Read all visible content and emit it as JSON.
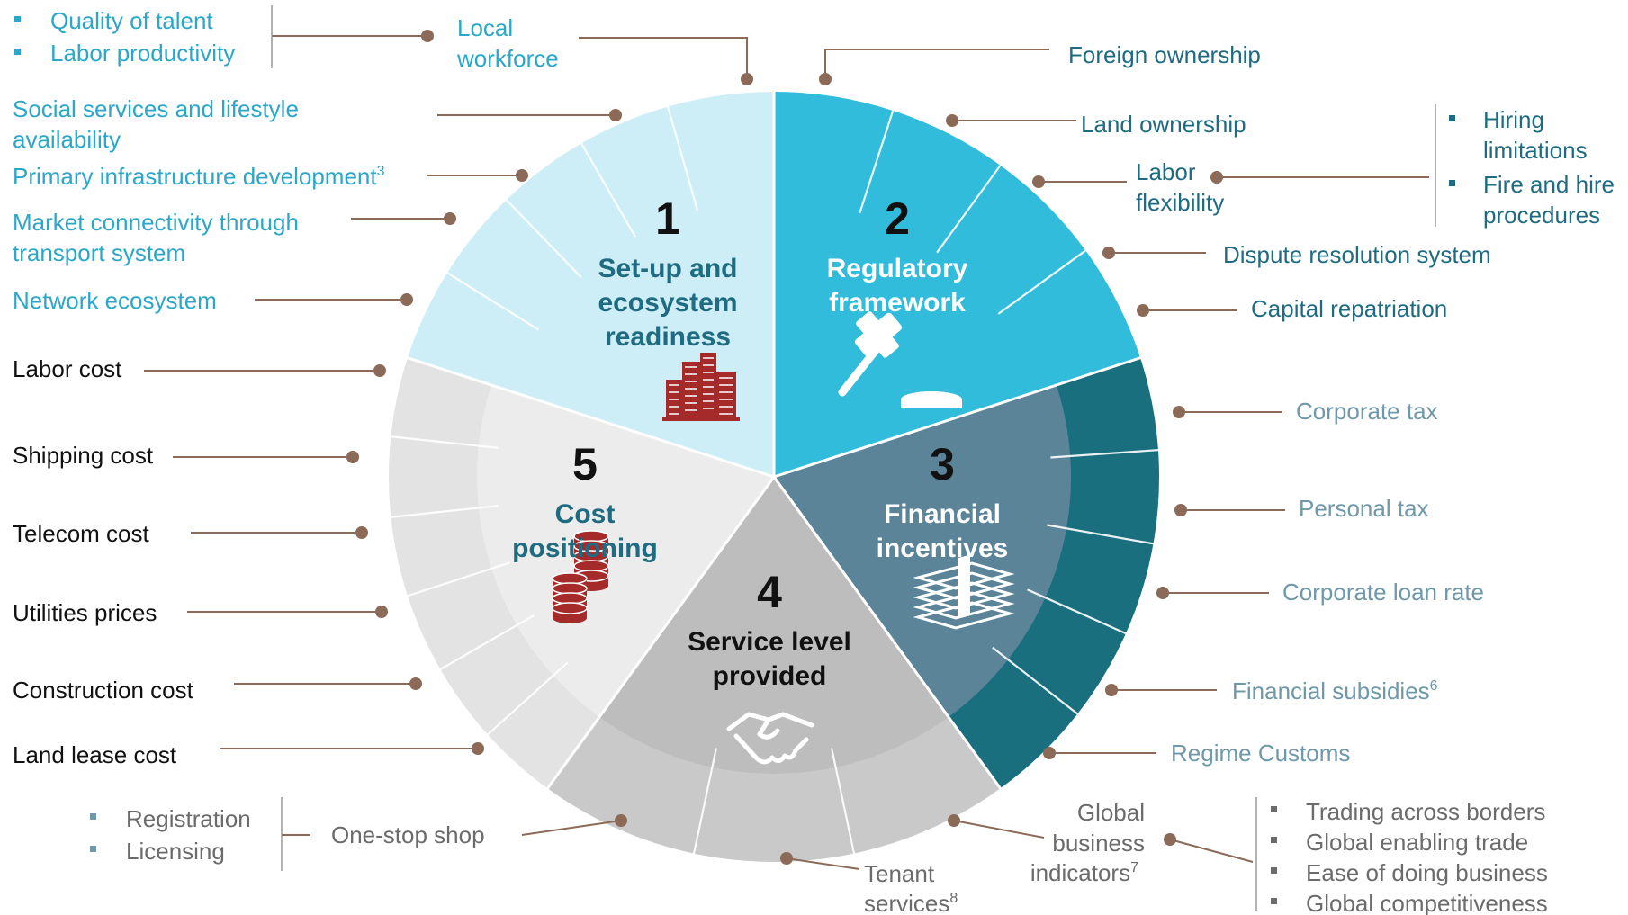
{
  "colors": {
    "seg1": "#cdeef7",
    "seg2": "#31bcdb",
    "seg3_inner": "#5b8499",
    "seg3_outer": "#1a6f7f",
    "seg4_inner": "#bdbdbd",
    "seg4_outer": "#c9c9c9",
    "seg5_inner": "#ececec",
    "seg5_outer": "#e3e3e3",
    "leader": "#8b6a58",
    "icon_red": "#a52a2a",
    "text_light_blue": "#2aa7c9",
    "text_dark_teal": "#1f6b82",
    "text_grey_blue": "#6f98aa",
    "text_grey": "#6b6b6b",
    "text_black": "#111111"
  },
  "pillars": {
    "p1": {
      "number": "1",
      "title_lines": [
        "Set-up and",
        "ecosystem",
        "readiness"
      ],
      "icon": "buildings-icon"
    },
    "p2": {
      "number": "2",
      "title_lines": [
        "Regulatory",
        "framework"
      ],
      "icon": "gavel-icon"
    },
    "p3": {
      "number": "3",
      "title_lines": [
        "Financial",
        "incentives"
      ],
      "icon": "money-stack-icon"
    },
    "p4": {
      "number": "4",
      "title_lines": [
        "Service level",
        "provided"
      ],
      "icon": "handshake-icon"
    },
    "p5": {
      "number": "5",
      "title_lines": [
        "Cost",
        "positioning"
      ],
      "icon": "coins-icon"
    }
  },
  "labels": {
    "local_workforce": [
      "Local",
      "workforce"
    ],
    "local_workforce_bullets": [
      "Quality of talent",
      "Labor productivity"
    ],
    "social_services": [
      "Social services and lifestyle",
      "availability"
    ],
    "primary_infra": "Primary infrastructure development",
    "primary_infra_sup": "3",
    "market_connectivity": [
      "Market connectivity through",
      "transport system"
    ],
    "network_ecosystem": "Network ecosystem",
    "foreign_ownership": "Foreign ownership",
    "land_ownership": "Land ownership",
    "labor_flexibility": [
      "Labor",
      "flexibility"
    ],
    "labor_flexibility_bullets": [
      [
        "Hiring",
        "limitations"
      ],
      [
        "Fire and hire",
        "procedures"
      ]
    ],
    "dispute_resolution": "Dispute resolution system",
    "capital_repatriation": "Capital repatriation",
    "corporate_tax": "Corporate tax",
    "personal_tax": "Personal tax",
    "corporate_loan_rate": "Corporate loan rate",
    "financial_subsidies": "Financial subsidies",
    "financial_subsidies_sup": "6",
    "regime_customs": "Regime Customs",
    "global_business": [
      "Global",
      "business",
      "indicators"
    ],
    "global_business_sup": "7",
    "global_business_bullets": [
      "Trading across borders",
      "Global enabling trade",
      "Ease of doing business",
      "Global competitiveness"
    ],
    "tenant_services": [
      "Tenant",
      "services"
    ],
    "tenant_services_sup": "8",
    "one_stop_shop": "One-stop shop",
    "one_stop_bullets": [
      "Registration",
      "Licensing"
    ],
    "labor_cost": "Labor cost",
    "shipping_cost": "Shipping cost",
    "telecom_cost": "Telecom cost",
    "utilities_prices": "Utilities prices",
    "construction_cost": "Construction cost",
    "land_lease_cost": "Land lease cost"
  }
}
